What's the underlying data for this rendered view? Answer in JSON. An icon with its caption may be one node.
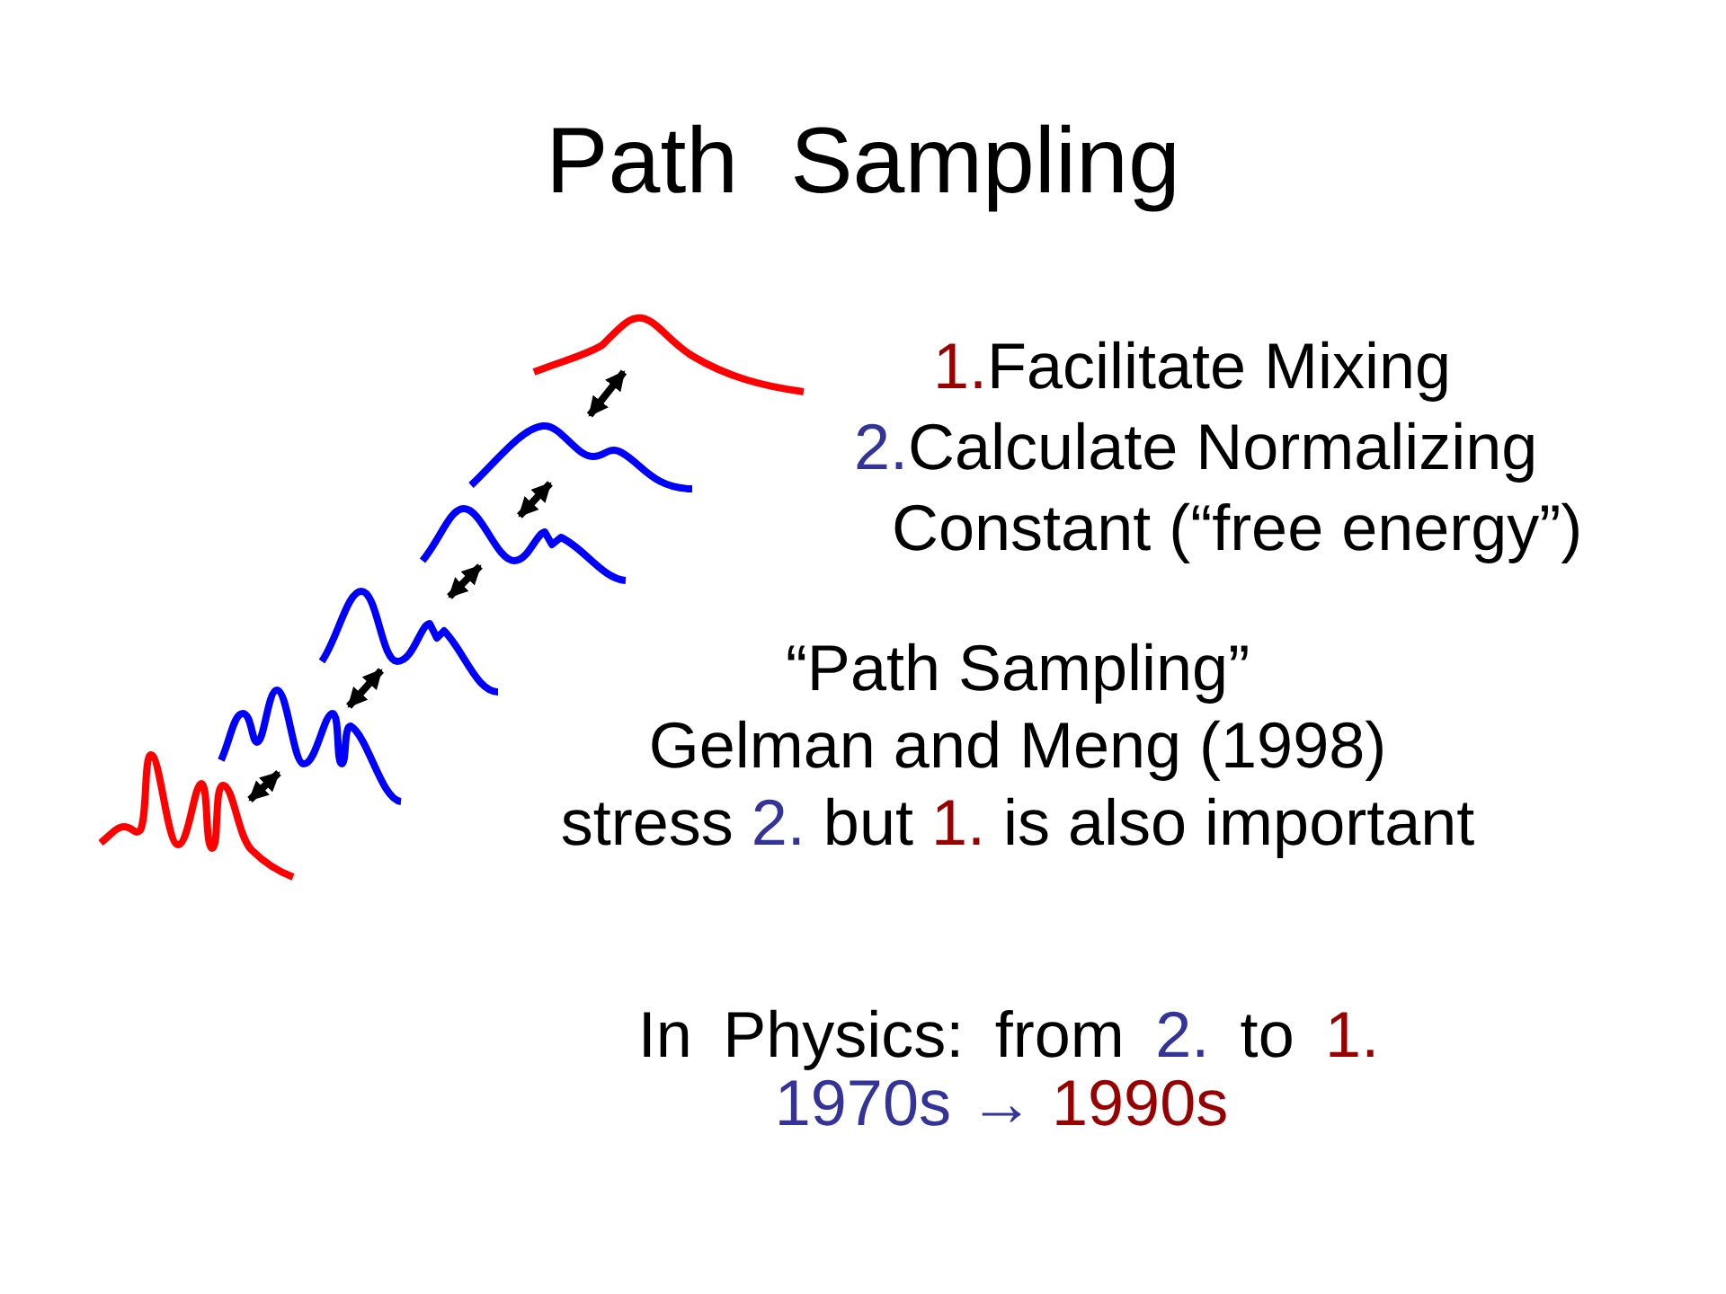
{
  "diagram": {
    "title": "Path Sampling",
    "nodes": [
      {
        "text": [],
        "shape": "curve"
      },
      {
        "text": [],
        "shape": "curve"
      },
      {
        "text": [],
        "shape": "curve"
      },
      {
        "text": [],
        "shape": "curve"
      },
      {
        "text": [],
        "shape": "curve"
      },
      {
        "text": [],
        "shape": "curve"
      }
    ],
    "edges": [
      {
        "from": 0,
        "to": 1,
        "arrow": "both"
      },
      {
        "from": 1,
        "to": 2,
        "arrow": "both"
      },
      {
        "from": 2,
        "to": 3,
        "arrow": "both"
      },
      {
        "from": 3,
        "to": 4,
        "arrow": "both"
      },
      {
        "from": 4,
        "to": 5,
        "arrow": "both"
      }
    ],
    "labels": [
      "1.Facilitate Mixing",
      "2.Calculate Normalizing Constant (“free energy”)",
      "“Path Sampling” Gelman and Meng (1998) stress 2. but 1. is also important",
      "In Physics: from 2. to 1.",
      "1970s → 1990s"
    ]
  }
}
